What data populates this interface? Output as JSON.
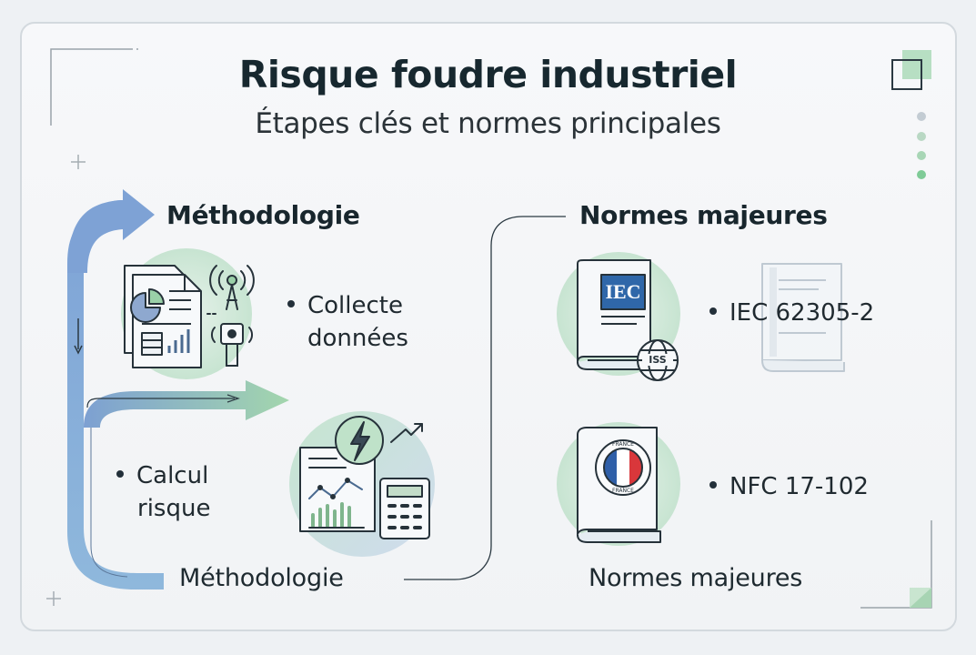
{
  "header": {
    "title": "Risque foudre industriel",
    "subtitle": "Étapes clés et normes principales"
  },
  "methodology": {
    "heading_top": "Méthodologie",
    "heading_bottom": "Méthodologie",
    "step1_line1": "Collecte",
    "step1_line2": "données",
    "step2_line1": "Calcul",
    "step2_line2": "risque"
  },
  "standards": {
    "heading_top": "Normes majeures",
    "heading_bottom": "Normes majeures",
    "iec_label": "IEC 62305-2",
    "nfc_label": "NFC 17-102",
    "iec_badge": "IEC",
    "iss_badge": "ISS",
    "france_badge_top": "FRANCE",
    "france_badge_bottom": "FRANCE"
  },
  "colors": {
    "arrow_blue": "#7fa3d3",
    "arrow_green": "#9fd2a8",
    "circle_bg": "#d9ecdf",
    "accent_dark": "#1f3440"
  }
}
